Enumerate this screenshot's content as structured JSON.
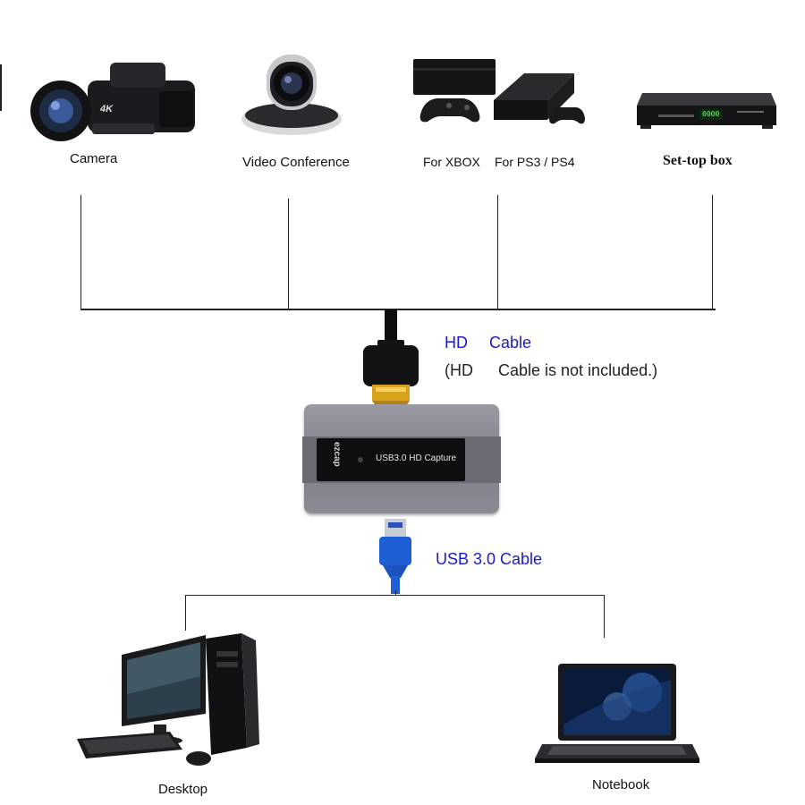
{
  "sources": {
    "camera": "Camera",
    "video_conference": "Video Conference",
    "xbox": "For XBOX",
    "ps": "For PS3 / PS4",
    "settop": "Set-top box"
  },
  "hdmi": {
    "cable_label_prefix": "HD",
    "cable_label_suffix": "Cable",
    "note_prefix": "(HD",
    "note_suffix": "Cable is not included.)"
  },
  "device": {
    "brand": "ezcap",
    "label": "USB3.0 HD Capture"
  },
  "usb": {
    "cable_label": "USB 3.0 Cable"
  },
  "targets": {
    "desktop": "Desktop",
    "notebook": "Notebook"
  },
  "camera_badge": "4K",
  "settop_display": "0000",
  "colors": {
    "link_blue": "#1a1acc",
    "usb_blue": "#1f5fd6",
    "device_gray": "#8a8a95"
  }
}
